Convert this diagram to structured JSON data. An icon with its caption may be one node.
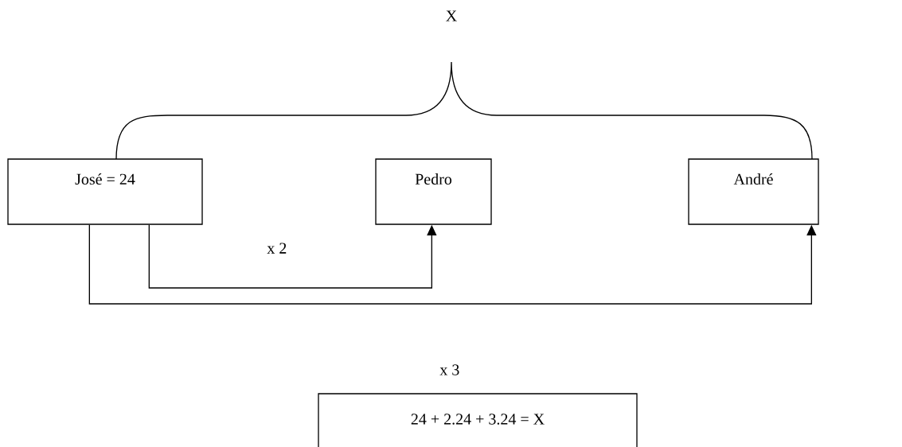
{
  "diagram": {
    "nodes": [
      {
        "text": [
          "José = 24"
        ]
      },
      {
        "text": [
          "Pedro"
        ]
      },
      {
        "text": [
          "André"
        ]
      },
      {
        "text": [
          "24 + 2.24 + 3.24 = X"
        ]
      }
    ],
    "edges": [
      {
        "from": 0,
        "to": 1,
        "arrow": "to",
        "label": "x 2"
      },
      {
        "from": 0,
        "to": 2,
        "arrow": "to",
        "label": "x 3"
      }
    ],
    "labels": [
      "X"
    ]
  }
}
